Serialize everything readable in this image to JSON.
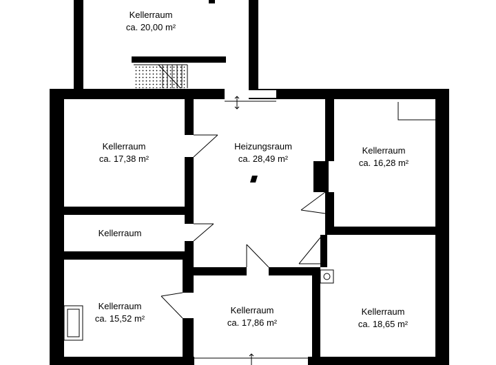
{
  "rooms": {
    "keller_top": {
      "name": "Kellerraum",
      "area": "ca. 20,00 m²"
    },
    "keller_left_upper": {
      "name": "Kellerraum",
      "area": "ca. 17,38 m²"
    },
    "heizung": {
      "name": "Heizungsraum",
      "area": "ca. 28,49 m²"
    },
    "keller_right_upper": {
      "name": "Kellerraum",
      "area": "ca. 16,28 m²"
    },
    "keller_left_middle": {
      "name": "Kellerraum"
    },
    "keller_left_lower": {
      "name": "Kellerraum",
      "area": "ca. 15,52 m²"
    },
    "keller_center_lower": {
      "name": "Kellerraum",
      "area": "ca. 17,86 m²"
    },
    "keller_right_lower": {
      "name": "Kellerraum",
      "area": "ca. 18,65 m²"
    }
  },
  "colors": {
    "wall": "#000000",
    "floor": "#ffffff",
    "stair_dots": "#000000"
  },
  "icons": [
    "arrow-up-down-icon",
    "stair-icon",
    "door-swing-icon",
    "chimney-icon",
    "boiler-icon"
  ]
}
